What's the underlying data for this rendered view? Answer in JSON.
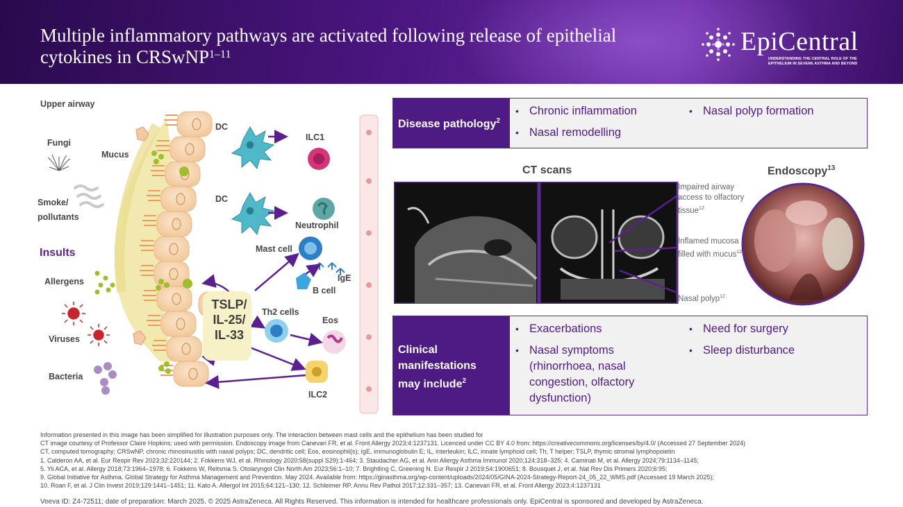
{
  "header": {
    "title": "Multiple inflammatory pathways are activated following release of epithelial cytokines in CRSwNP",
    "title_sup": "1–11",
    "logo": {
      "prefix": "Epi",
      "suffix": "Central",
      "tagline": "UNDERSTANDING THE CENTRAL ROLE OF THE EPITHELIUM IN SEVERE ASTHMA AND BEYOND"
    }
  },
  "diagram": {
    "upper_airway": "Upper airway",
    "mucus": "Mucus",
    "fungi": "Fungi",
    "smoke": "Smoke/",
    "pollutants": "pollutants",
    "insults": "Insults",
    "allergens": "Allergens",
    "viruses": "Viruses",
    "bacteria": "Bacteria",
    "cytokines": [
      "TSLP/",
      "IL-25/",
      "IL-33"
    ],
    "dc1": "DC",
    "dc2": "DC",
    "ilc1": "ILC1",
    "neutrophil": "Neutrophil",
    "mast_cell": "Mast cell",
    "ige": "IgE",
    "b_cell": "B cell",
    "th2": "Th2 cells",
    "eos": "Eos",
    "ilc2": "ILC2"
  },
  "disease_pathology": {
    "label": "Disease pathology",
    "label_sup": "2",
    "items": [
      "Chronic inflammation",
      "Nasal remodelling",
      "Nasal polyp formation"
    ]
  },
  "imaging": {
    "ct_title": "CT scans",
    "endo_title": "Endoscopy",
    "endo_sup": "13",
    "annotations": [
      {
        "text": "Impaired airway access to olfactory tissue",
        "sup": "12"
      },
      {
        "text": "Inflamed mucosa filled with mucus",
        "sup": "12"
      },
      {
        "text": "Nasal polyp",
        "sup": "12"
      }
    ]
  },
  "clinical": {
    "label_lines": [
      "Clinical",
      "manifestations",
      "may include"
    ],
    "label_sup": "2",
    "items_left": [
      "Exacerbations",
      "Nasal symptoms (rhinorrhoea, nasal congestion, olfactory dysfunction)"
    ],
    "items_right": [
      "Need for surgery",
      "Sleep disturbance"
    ]
  },
  "footnotes": [
    "Information presented in this image has been simplified for illustration purposes only. The interaction between mast cells and the epithelium has been studied for",
    "CT image courtesy of Professor Claire Hopkins; used with permission. Endoscopy image from Canevari FR, et al. Front Allergy 2023;4:1237131. Licenced under CC BY 4.0 from: https://creativecommons.org/licenses/by/4.0/ (Accessed 27 September 2024)",
    "CT, computed tomography; CRSwNP, chronic rhinosinusitis with nasal polyps; DC, dendritic cell; Eos, eosinophil(s); IgE, immunoglobulin E; IL, interleukin; ILC, innate lymphoid cell; Th, T helper; TSLP, thymic stromal lymphopoietin",
    "1. Calderon AA, et al. Eur Respir Rev 2023;32:220144; 2. Fokkens WJ, et al. Rhinology 2020;58(suppl S29):1-464; 3. Staudacher AG, et al. Ann Allergy Asthma Immunol 2020;124:318–325; 4. Caminati M, et al. Allergy 2024;79:1134–1145;",
    "5. Yii ACA, et al. Allergy 2018;73:1964–1978; 6. Fokkens W, Reitsma S. Otolaryngol Clin North Am 2023;56:1–10; 7. Brightling C, Greening N. Eur Respir J 2019;54:1900651; 8. Bousquet J, et al. Nat Rev Dis Primers 2020;6:95;",
    "9. Global Initiative for Asthma. Global Strategy for Asthma Management and Prevention. May 2024. Available from: https://ginasthma.org/wp-content/uploads/2024/05/GINA-2024-Strategy-Report-24_05_22_WMS.pdf (Accessed 19 March 2025);",
    "10. Roan F, et al. J Clin Invest 2019;129:1441–1451; 11. Kato A. Allergol Int 2015;64:121–130; 12. Schleimer RP. Annu Rev Pathol 2017;12:331–357; 13. Canevari FR, et al. Front Allergy 2023;4:1237131"
  ],
  "footer": "Veeva ID: Z4-72511; date of preparation: March 2025. © 2025 AstraZeneca. All Rights Reserved. This information is intended for healthcare professionals only. EpiCentral is sponsored and developed by AstraZeneca."
}
